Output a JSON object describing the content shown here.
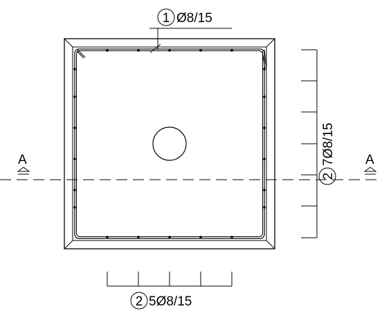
{
  "labels": {
    "top_bar_number": "1",
    "top_bar_text": "Ø8/15",
    "right_bar_number": "2",
    "right_bar_text": "7Ø8/15",
    "bottom_bar_number": "2",
    "bottom_bar_text": "5Ø8/15",
    "section_left": "A",
    "section_right": "A"
  },
  "colors": {
    "line": "#000000",
    "background": "#ffffff"
  }
}
